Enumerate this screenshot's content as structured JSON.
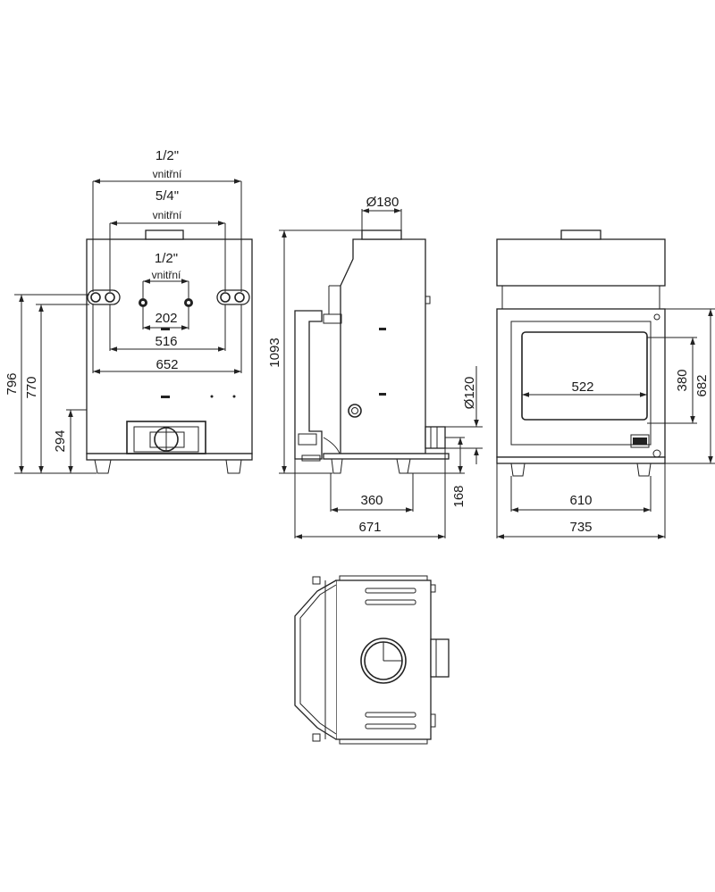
{
  "rear_view": {
    "top_pipe_label": "1/2\"",
    "top_pipe_note": "vnitřní",
    "mid_pipe_label": "5/4\"",
    "mid_pipe_note": "vnitřní",
    "inner_pipe_label": "1/2\"",
    "inner_pipe_note": "vnitřní",
    "dim_202": "202",
    "dim_516": "516",
    "dim_652": "652",
    "dim_796": "796",
    "dim_770": "770",
    "dim_294": "294"
  },
  "side_view": {
    "dim_flue": "Ø180",
    "dim_height": "1093",
    "dim_air_inlet": "Ø120",
    "dim_360": "360",
    "dim_168": "168",
    "dim_671": "671"
  },
  "front_view": {
    "dim_glass_width": "522",
    "dim_380": "380",
    "dim_682": "682",
    "dim_610": "610",
    "dim_735": "735"
  }
}
